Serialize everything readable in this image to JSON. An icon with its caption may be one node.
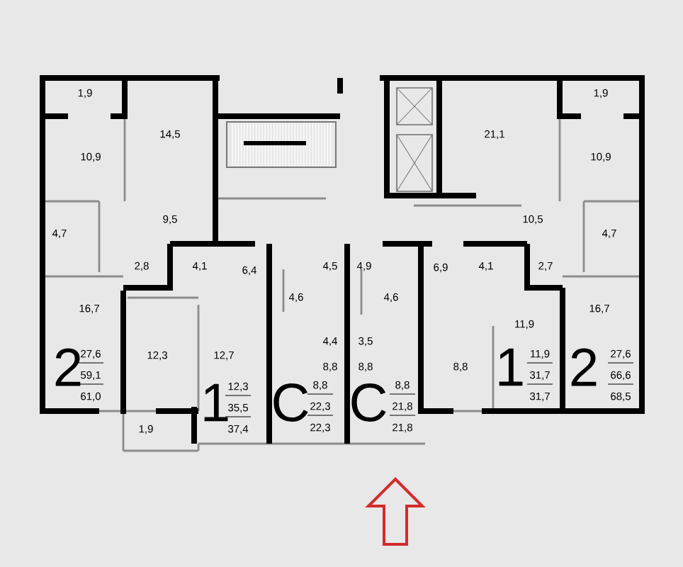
{
  "diagram": {
    "labels": [
      "1,9",
      "1,9",
      "14,5",
      "21,1",
      "10,9",
      "10,9",
      "9,5",
      "10,5",
      "4,7",
      "4,7",
      "2,8",
      "4,1",
      "6,4",
      "4,5",
      "4,9",
      "6,9",
      "4,1",
      "2,7",
      "4,6",
      "4,6",
      "16,7",
      "16,7",
      "11,9",
      "4,4",
      "3,5",
      "27,6",
      "12,3",
      "12,7",
      "11,9",
      "27,6",
      "2",
      "8,8",
      "8,8",
      "8,8",
      "1",
      "2",
      "59,1",
      "31,7",
      "66,6",
      "12,3",
      "8,8",
      "8,8",
      "61,0",
      "1",
      "35,5",
      "C",
      "22,3",
      "C",
      "21,8",
      "31,7",
      "68,5",
      "1,9",
      "37,4",
      "22,3",
      "21,8"
    ]
  }
}
